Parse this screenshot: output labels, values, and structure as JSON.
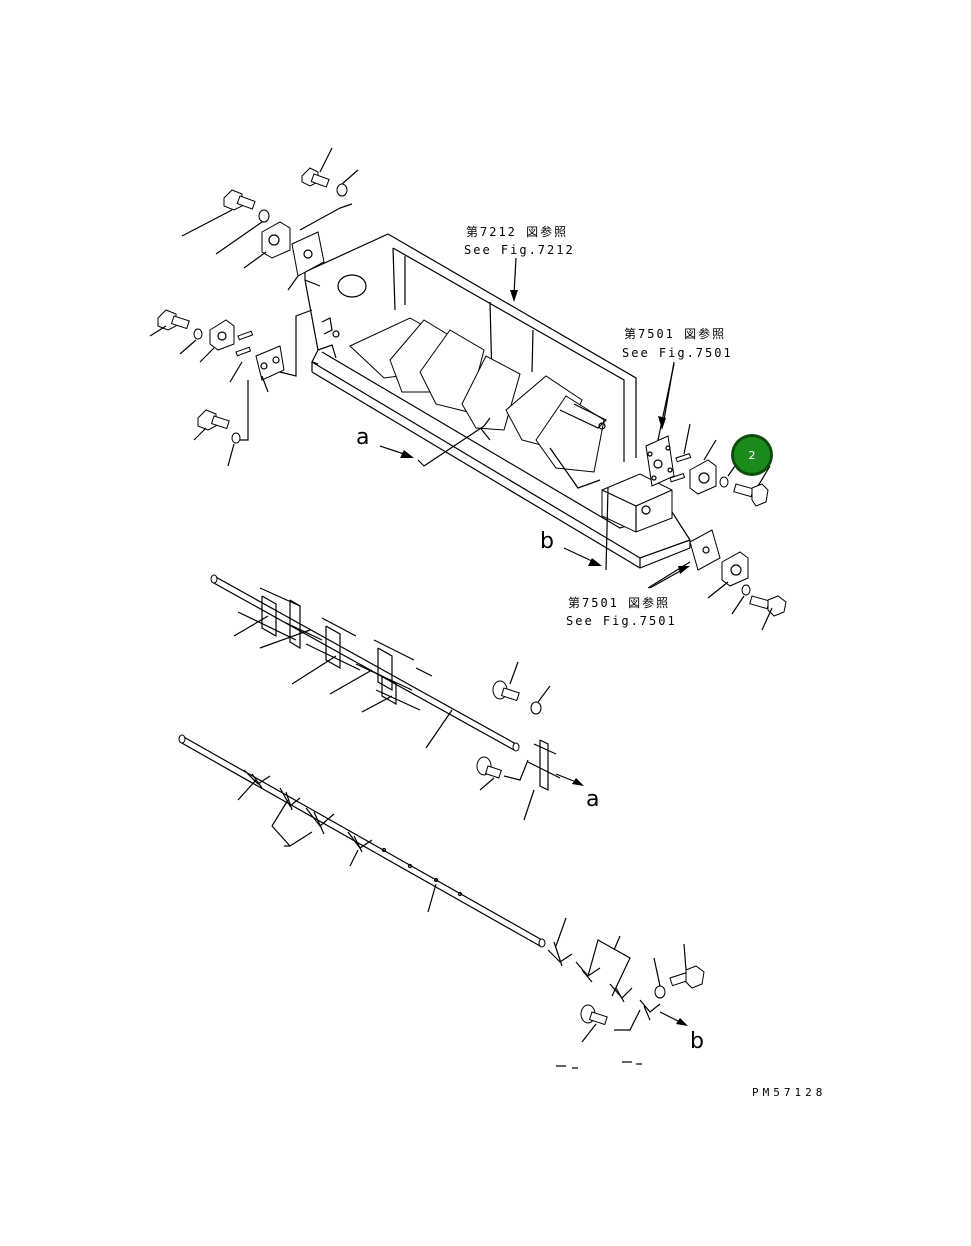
{
  "refs": {
    "fig7212_jp": "第7212 図参照",
    "fig7212_en": "See Fig.7212",
    "fig7501_top_jp": "第7501 図参照",
    "fig7501_top_en": "See Fig.7501",
    "fig7501_bottom_jp": "第7501 図参照",
    "fig7501_bottom_en": "See Fig.7501"
  },
  "arrows": {
    "a_frame": "a",
    "b_frame": "b",
    "a_shaft": "a",
    "b_shaft": "b"
  },
  "callout": {
    "number": "2",
    "color": "#1c8a1c"
  },
  "drawing_code": "PM57128"
}
